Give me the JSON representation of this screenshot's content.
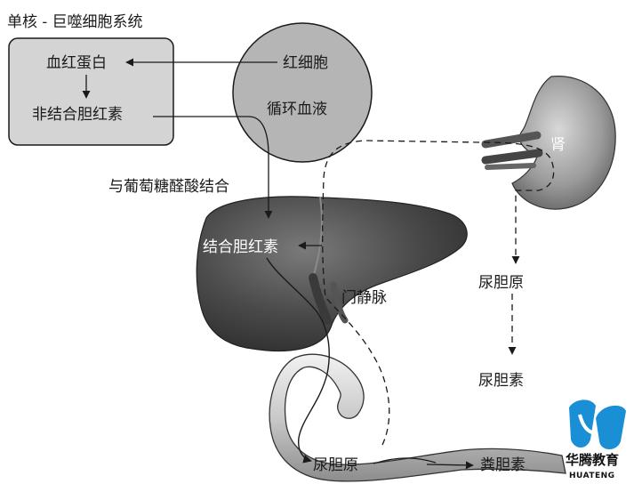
{
  "title": "单核 - 巨噬细胞系统",
  "macrophage_box": {
    "hemoglobin": "血红蛋白",
    "unconjugated_bilirubin": "非结合胆红素"
  },
  "blood_circle": {
    "rbc": "红细胞",
    "circulation": "循环血液"
  },
  "liver": {
    "glucuronide_step": "与葡萄糖醛酸结合",
    "conjugated_bilirubin": "结合胆红素",
    "portal_vein": "门静脉"
  },
  "kidney": {
    "label": "肾",
    "urobilinogen": "尿胆原",
    "urobilin": "尿胆素"
  },
  "intestine": {
    "urobilinogen": "尿胆原",
    "stercobilin": "粪胆素"
  },
  "logo": {
    "name_cn": "华腾教育",
    "name_en": "HUATENG",
    "brand_color": "#1a8fd6"
  }
}
